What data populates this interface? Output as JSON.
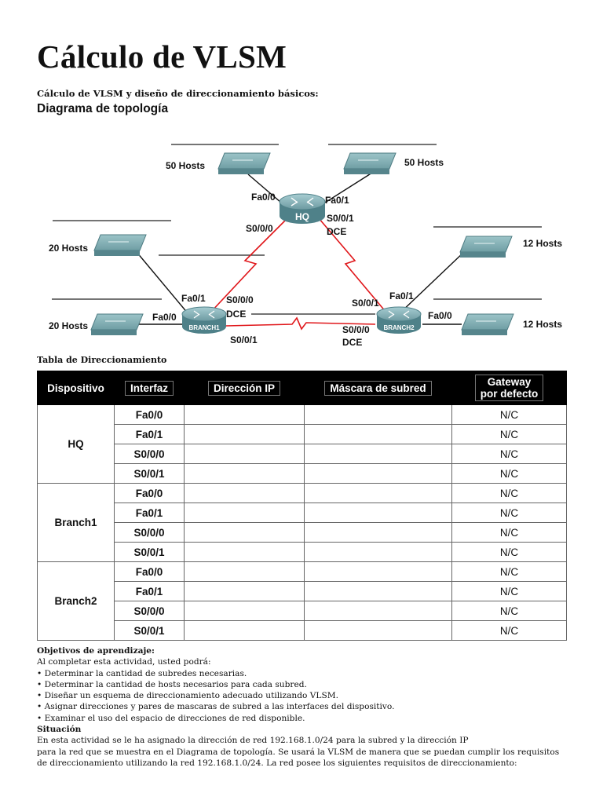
{
  "title": "Cálculo de VLSM",
  "subtitle": "Cálculo de VLSM y diseño de direccionamiento básicos:",
  "diagram": {
    "title": "Diagrama de topología",
    "labels": {
      "hq": "HQ",
      "branch1": "BRANCH1",
      "branch2": "BRANCH2",
      "hosts_50_left": "50 Hosts",
      "hosts_50_right": "50 Hosts",
      "hosts_20_top": "20 Hosts",
      "hosts_20_bottom": "20 Hosts",
      "hosts_12_top": "12 Hosts",
      "hosts_12_bottom": "12 Hosts",
      "hq_fa00": "Fa0/0",
      "hq_fa01": "Fa0/1",
      "hq_s000": "S0/0/0",
      "hq_s001": "S0/0/1",
      "hq_dce": "DCE",
      "b1_fa01": "Fa0/1",
      "b1_fa00": "Fa0/0",
      "b1_s000": "S0/0/0",
      "b1_dce": "DCE",
      "b1_s001": "S0/0/1",
      "b2_fa01": "Fa0/1",
      "b2_s001": "S0/0/1",
      "b2_fa00": "Fa0/0",
      "b2_s000": "S0/0/0",
      "b2_dce": "DCE"
    }
  },
  "table": {
    "title": "Tabla de Direccionamiento",
    "headers": {
      "device": "Dispositivo",
      "interface": "Interfaz",
      "ip": "Dirección IP",
      "mask": "Máscara de subred",
      "gateway_1": "Gateway",
      "gateway_2": "por defecto"
    },
    "devices": [
      {
        "name": "HQ",
        "rows": [
          {
            "iface": "Fa0/0",
            "ip": "",
            "mask": "",
            "gw": "N/C"
          },
          {
            "iface": "Fa0/1",
            "ip": "",
            "mask": "",
            "gw": "N/C"
          },
          {
            "iface": "S0/0/0",
            "ip": "",
            "mask": "",
            "gw": "N/C"
          },
          {
            "iface": "S0/0/1",
            "ip": "",
            "mask": "",
            "gw": "N/C"
          }
        ]
      },
      {
        "name": "Branch1",
        "rows": [
          {
            "iface": "Fa0/0",
            "ip": "",
            "mask": "",
            "gw": "N/C"
          },
          {
            "iface": "Fa0/1",
            "ip": "",
            "mask": "",
            "gw": "N/C"
          },
          {
            "iface": "S0/0/0",
            "ip": "",
            "mask": "",
            "gw": "N/C"
          },
          {
            "iface": "S0/0/1",
            "ip": "",
            "mask": "",
            "gw": "N/C"
          }
        ]
      },
      {
        "name": "Branch2",
        "rows": [
          {
            "iface": "Fa0/0",
            "ip": "",
            "mask": "",
            "gw": "N/C"
          },
          {
            "iface": "Fa0/1",
            "ip": "",
            "mask": "",
            "gw": "N/C"
          },
          {
            "iface": "S0/0/0",
            "ip": "",
            "mask": "",
            "gw": "N/C"
          },
          {
            "iface": "S0/0/1",
            "ip": "",
            "mask": "",
            "gw": "N/C"
          }
        ]
      }
    ]
  },
  "objectives": {
    "heading": "Objetivos de aprendizaje:",
    "intro": "Al completar esta actividad, usted podrá:",
    "items": [
      "• Determinar la cantidad de subredes necesarias.",
      "• Determinar la cantidad de hosts necesarios para cada subred.",
      "• Diseñar un esquema de direccionamiento adecuado utilizando VLSM.",
      "• Asignar direcciones y pares de mascaras de subred a las interfaces del dispositivo.",
      "• Examinar el uso del espacio de direcciones de red disponible."
    ]
  },
  "situation": {
    "heading": "Situación",
    "lines": [
      "En esta actividad se le ha asignado la dirección de red 192.168.1.0/24 para la subred y la dirección IP",
      "para la red que se muestra en el Diagrama de topología. Se usará la VLSM de manera que se puedan cumplir los requisitos",
      "de direccionamiento utilizando la red 192.168.1.0/24. La red posee los siguientes requisitos de direccionamiento:"
    ]
  }
}
